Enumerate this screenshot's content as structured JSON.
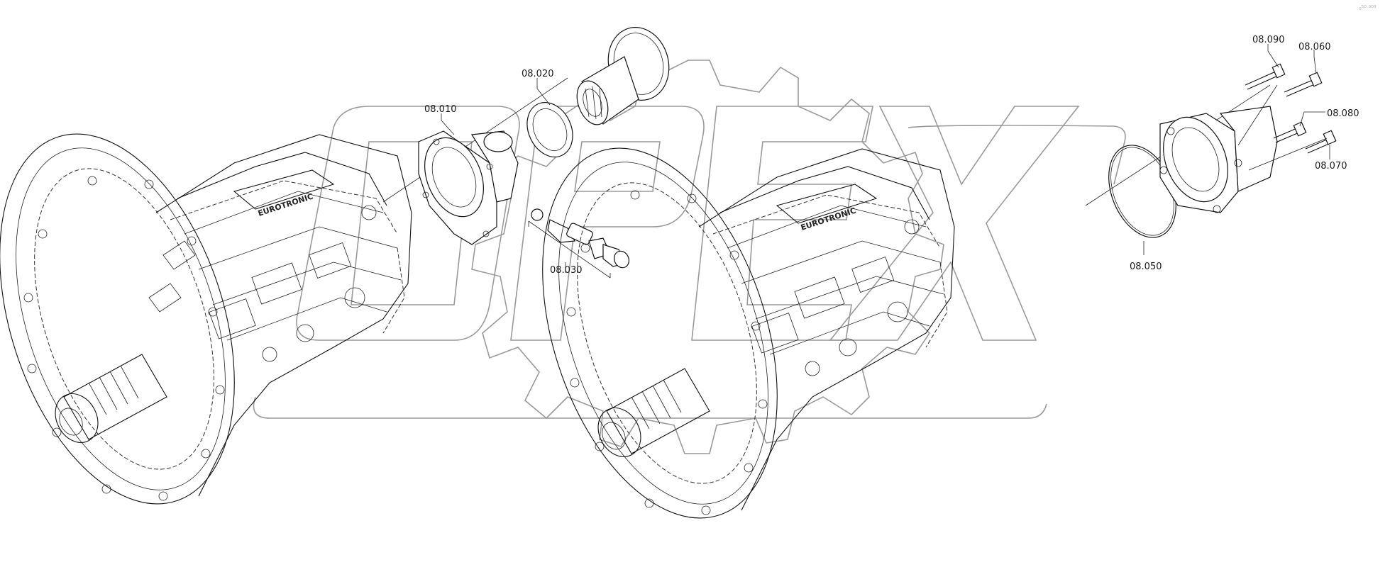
{
  "diagram": {
    "callouts": [
      {
        "id": "c1",
        "text": "08.010"
      },
      {
        "id": "c2",
        "text": "08.020"
      },
      {
        "id": "c3",
        "text": "08.030"
      },
      {
        "id": "c4",
        "text": "08.090"
      },
      {
        "id": "c5",
        "text": "08.060"
      },
      {
        "id": "c6",
        "text": "08.080"
      },
      {
        "id": "c7",
        "text": "08.070"
      },
      {
        "id": "c8",
        "text": "08.050"
      }
    ],
    "corner_mark": "₀⁵⁰ ⁰⁰⁰",
    "watermark_text": "OPEX"
  }
}
